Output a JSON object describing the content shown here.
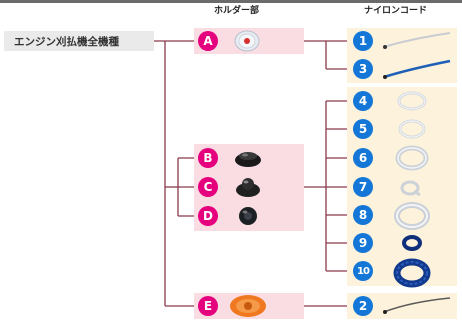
{
  "headers": {
    "holder": "ホルダー部",
    "nylon": "ナイロンコード"
  },
  "root_label": "エンジン刈払機全機種",
  "holders": [
    {
      "letter": "A",
      "image": "spool-cap"
    },
    {
      "letter": "B",
      "image": "black-dome-head"
    },
    {
      "letter": "C",
      "image": "black-knob-head"
    },
    {
      "letter": "D",
      "image": "black-round-head"
    },
    {
      "letter": "E",
      "image": "orange-flange-head"
    }
  ],
  "nylon_cords": [
    {
      "number": "1",
      "image": "cut-cord-white"
    },
    {
      "number": "3",
      "image": "cut-cord-blue"
    },
    {
      "number": "4",
      "image": "coil-white-thin"
    },
    {
      "number": "5",
      "image": "coil-white-thin"
    },
    {
      "number": "6",
      "image": "coil-white-medium"
    },
    {
      "number": "7",
      "image": "coil-white-twisted"
    },
    {
      "number": "8",
      "image": "coil-white-large"
    },
    {
      "number": "9",
      "image": "coil-blue-small"
    },
    {
      "number": "10",
      "image": "coil-blue-large"
    },
    {
      "number": "2",
      "image": "cut-cord-dark"
    }
  ],
  "colors": {
    "holder_badge": "#e5007e",
    "cord_badge": "#1476d6",
    "connector": "#8a3a4a",
    "holder_box": "#f9dde3",
    "cord_box": "#fdf3dc"
  }
}
